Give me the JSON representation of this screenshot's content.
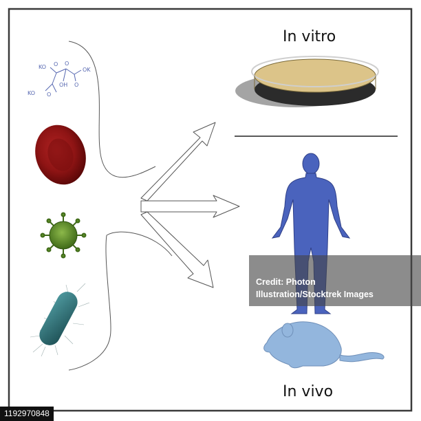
{
  "labels": {
    "in_vitro": "In vitro",
    "in_vivo": "In vivo"
  },
  "molecule": {
    "atoms": [
      "KO",
      "O",
      "O",
      "OH",
      "O",
      "OK",
      "KO",
      "O"
    ]
  },
  "icons": {
    "molecule": "potassium-citrate-molecule-icon",
    "blood_cell": "red-blood-cell-icon",
    "virus": "virus-icon",
    "bacterium": "bacterium-icon",
    "dish": "petri-dish-icon",
    "human": "human-silhouette-icon",
    "mouse": "mouse-icon"
  },
  "colors": {
    "blood_cell": "#8e1414",
    "virus": "#5e8f2a",
    "bacterium": "#2e6b70",
    "human": "#4a63bd",
    "mouse": "#93b6dd",
    "dish_medium": "#dcc489",
    "molecule": "#5566b0"
  },
  "watermark": {
    "line1": "Credit: Photon",
    "line2": "Illustration/Stocktrek Images"
  },
  "image_id": "1192970848"
}
